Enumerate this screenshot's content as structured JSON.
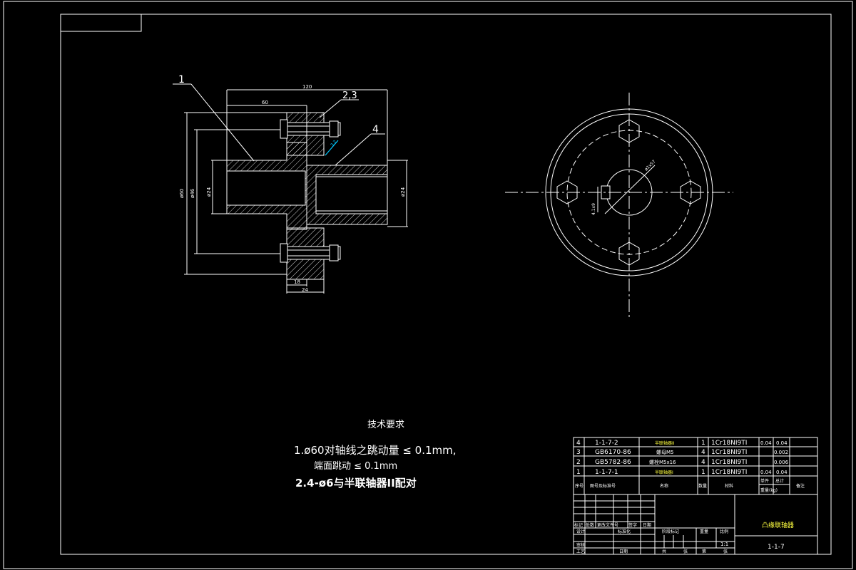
{
  "colors": {
    "background": "#000000",
    "line": "#ffffff",
    "accent_cyan": "#00c8ff",
    "title_yellow": "#ffff40"
  },
  "balloons": {
    "b1": "1",
    "b23": "2,3",
    "b4": "4"
  },
  "dimensions": {
    "overall_length": "120",
    "half_length": "60",
    "dia_outer": "ø60",
    "dia_bolt_circle": "ø46",
    "dia_bore_left": "ø24",
    "dia_bore_right": "ø24",
    "flange_small": "18",
    "flange_width": "24",
    "roughness": "3.2"
  },
  "side_view": {
    "bore_label": "ø1x57",
    "key_label": "4.1x9"
  },
  "tech": {
    "title": "技术要求",
    "line1": "1.ø60对轴线之跳动量 ≤ 0.1mm,",
    "line2": "端面跳动 ≤ 0.1mm",
    "line3": "2.4-ø6与半联轴器II配对"
  },
  "bom": {
    "rows": [
      {
        "no": "4",
        "code": "1-1-7-2",
        "name": "半联轴器II",
        "qty": "1",
        "material": "1Cr18NI9TI",
        "w1": "0.04",
        "w2": "0.04"
      },
      {
        "no": "3",
        "code": "GB6170-86",
        "name": "螺母M5",
        "qty": "4",
        "material": "1Cr18NI9TI",
        "w1": "",
        "w2": "0.002"
      },
      {
        "no": "2",
        "code": "GB5782-86",
        "name": "螺栓M5x16",
        "qty": "4",
        "material": "1Cr18NI9TI",
        "w1": "",
        "w2": "0.006"
      },
      {
        "no": "1",
        "code": "1-1-7-1",
        "name": "半联轴器I",
        "qty": "1",
        "material": "1Cr18NI9TI",
        "w1": "0.04",
        "w2": "0.04"
      }
    ],
    "header": {
      "no": "序号",
      "code": "图号及标准号",
      "name": "名称",
      "qty": "数量",
      "material": "材料",
      "unit_weight": "单件",
      "total_weight": "总计",
      "weight": "重量(kg)",
      "remark": "备注"
    }
  },
  "title_block": {
    "drawing_name": "凸缘联轴器",
    "drawing_no": "1-1-7",
    "scale_value": "1:1",
    "labels": {
      "mark": "标记",
      "count": "处数",
      "change_doc": "更改文件号",
      "sign": "签字",
      "date": "日期",
      "design": "设计",
      "standardize": "标准化",
      "review": "审核",
      "process": "工艺",
      "date2": "日期",
      "stage_mark": "阶段标记",
      "weight": "重量",
      "scale": "比例",
      "total": "共",
      "sheet": "张",
      "page": "第",
      "sheet2": "张"
    }
  }
}
